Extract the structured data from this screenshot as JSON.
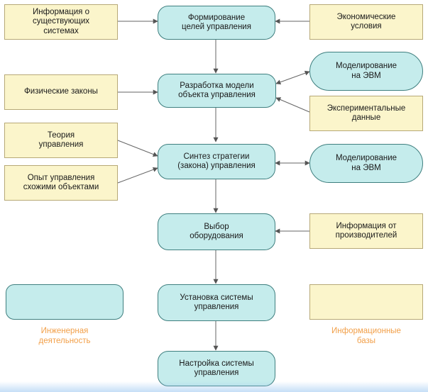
{
  "nodes": {
    "info_existing_systems": "Информация о\nсуществующих\nсистемах",
    "forming_goals": "Формирование\nцелей управления",
    "economic_conditions": "Экономические\nусловия",
    "physical_laws": "Физические законы",
    "model_development": "Разработка модели\nобъекта управления",
    "computer_modeling_1": "Моделирование\nна ЭВМ",
    "experimental_data": "Экспериментальные\nданные",
    "control_theory": "Теория\nуправления",
    "similar_objects_experience": "Опыт управления\nсхожими объектами",
    "strategy_synthesis": "Синтез стратегии\n(закона) управления",
    "computer_modeling_2": "Моделирование\nна ЭВМ",
    "equipment_selection": "Выбор\nоборудования",
    "manufacturer_info": "Информация от\nпроизводителей",
    "system_installation": "Установка системы\nуправления",
    "system_tuning": "Настройка системы\nуправления"
  },
  "legend": {
    "engineering_activity": "Инженерная\nдеятельность",
    "information_bases": "Информационные\nбазы"
  },
  "colors": {
    "process_fill": "#c5ecec",
    "source_fill": "#fbf5cb",
    "legend_text": "#f2a04a"
  }
}
